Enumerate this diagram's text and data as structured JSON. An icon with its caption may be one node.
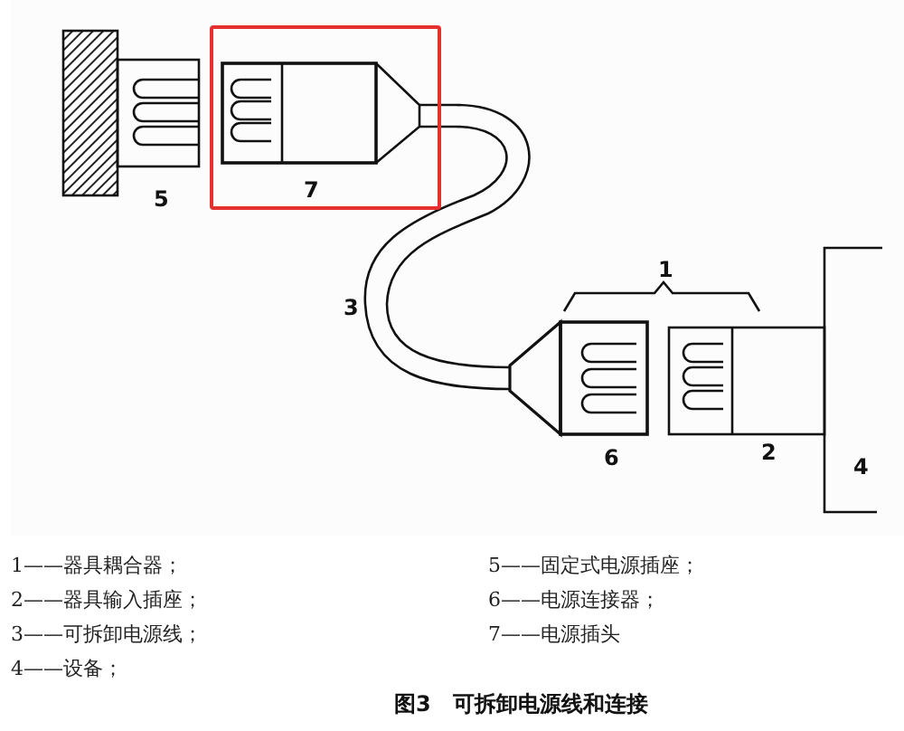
{
  "diagram": {
    "caption": "图3　可拆卸电源线和连接",
    "nodes": [
      {
        "text": [
          "7"
        ]
      }
    ],
    "labels": [
      "5",
      "1",
      "3",
      "6",
      "2",
      "4",
      "1——器具耦合器；",
      "5——固定式电源插座；",
      "2——器具输入插座；",
      "6——电源连接器；",
      "3——可拆卸电源线；",
      "7——电源插头",
      "4——设备；"
    ]
  }
}
